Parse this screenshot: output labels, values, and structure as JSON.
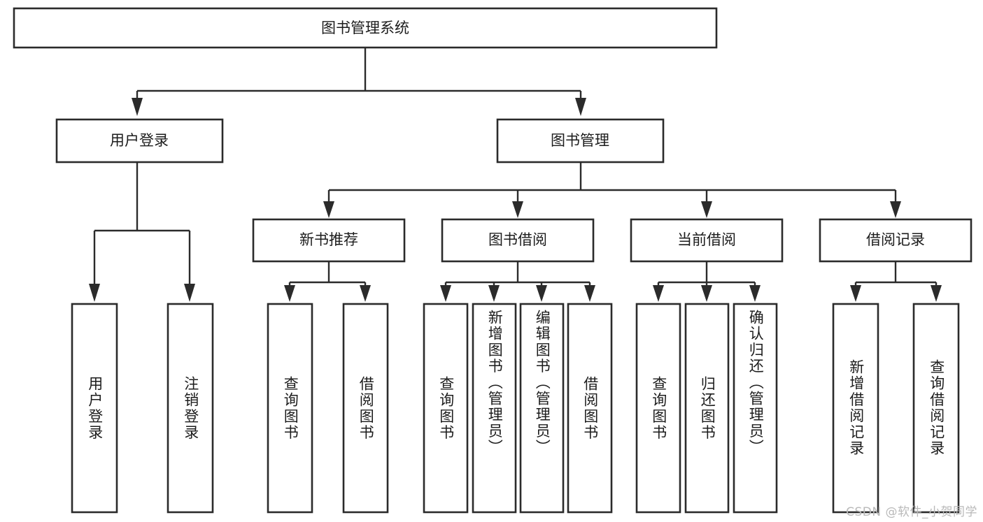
{
  "diagram": {
    "type": "tree-hierarchy-flowchart",
    "title": "图书管理系统",
    "background_color": "#ffffff",
    "line_color": "#2b2b2b",
    "text_color": "#1c1c1c",
    "levels": {
      "level1": [
        {
          "id": "root",
          "label": "图书管理系统",
          "orientation": "horizontal"
        }
      ],
      "level2": [
        {
          "id": "user-login",
          "label": "用户登录",
          "orientation": "horizontal",
          "parent": "root"
        },
        {
          "id": "book-manage",
          "label": "图书管理",
          "orientation": "horizontal",
          "parent": "root"
        }
      ],
      "level3": [
        {
          "id": "new-book-rec",
          "label": "新书推荐",
          "orientation": "horizontal",
          "parent": "book-manage"
        },
        {
          "id": "book-borrow",
          "label": "图书借阅",
          "orientation": "horizontal",
          "parent": "book-manage"
        },
        {
          "id": "current-borrow",
          "label": "当前借阅",
          "orientation": "horizontal",
          "parent": "book-manage"
        },
        {
          "id": "borrow-record",
          "label": "借阅记录",
          "orientation": "horizontal",
          "parent": "book-manage"
        }
      ],
      "leaves": [
        {
          "id": "leaf-user-login",
          "label": "用户登录",
          "orientation": "vertical",
          "parent": "user-login"
        },
        {
          "id": "leaf-user-logout",
          "label": "注销登录",
          "orientation": "vertical",
          "parent": "user-login"
        },
        {
          "id": "leaf-rec-query-book",
          "label": "查询图书",
          "orientation": "vertical",
          "parent": "new-book-rec"
        },
        {
          "id": "leaf-rec-borrow-book",
          "label": "借阅图书",
          "orientation": "vertical",
          "parent": "new-book-rec"
        },
        {
          "id": "leaf-borrow-query-book",
          "label": "查询图书",
          "orientation": "vertical",
          "parent": "book-borrow"
        },
        {
          "id": "leaf-borrow-add-book",
          "label": "新增图书（管理员）",
          "orientation": "vertical",
          "parent": "book-borrow"
        },
        {
          "id": "leaf-borrow-edit-book",
          "label": "编辑图书（管理员）",
          "orientation": "vertical",
          "parent": "book-borrow"
        },
        {
          "id": "leaf-borrow-borrow-book",
          "label": "借阅图书",
          "orientation": "vertical",
          "parent": "book-borrow"
        },
        {
          "id": "leaf-current-query-book",
          "label": "查询图书",
          "orientation": "vertical",
          "parent": "current-borrow"
        },
        {
          "id": "leaf-current-return-book",
          "label": "归还图书",
          "orientation": "vertical",
          "parent": "current-borrow"
        },
        {
          "id": "leaf-current-confirm-return",
          "label": "确认归还（管理员）",
          "orientation": "vertical",
          "parent": "current-borrow"
        },
        {
          "id": "leaf-record-add",
          "label": "新增借阅记录",
          "orientation": "vertical",
          "parent": "borrow-record"
        },
        {
          "id": "leaf-record-query",
          "label": "查询借阅记录",
          "orientation": "vertical",
          "parent": "borrow-record"
        }
      ]
    }
  },
  "watermark": {
    "text": "CSDN @软件_小贺同学"
  }
}
